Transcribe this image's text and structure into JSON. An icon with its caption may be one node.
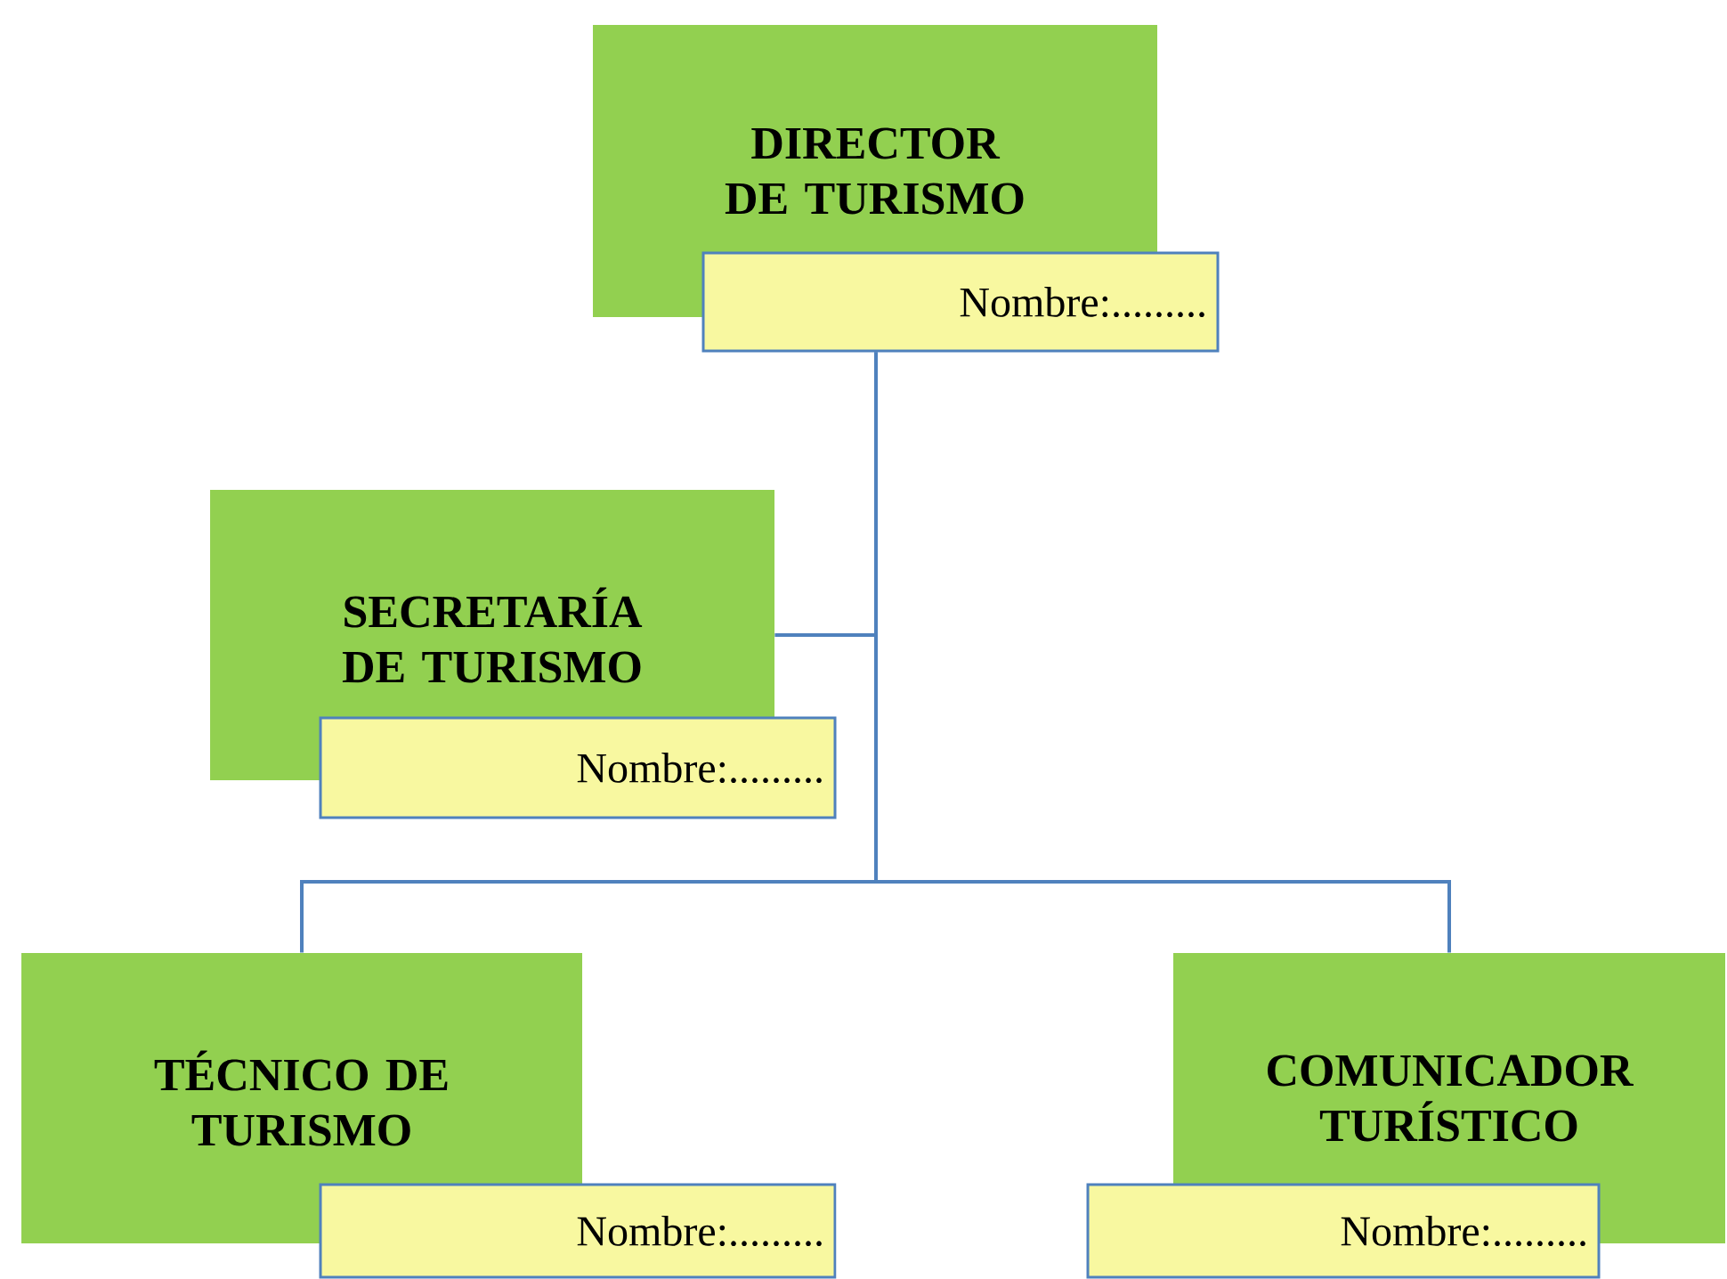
{
  "diagram": {
    "nodes": [
      {
        "text": [
          "DIRECTOR DE TURISMO"
        ]
      },
      {
        "text": [
          "Nombre:........."
        ]
      },
      {
        "text": [
          "SECRETARÍA DE TURISMO"
        ]
      },
      {
        "text": [
          "Nombre:........."
        ]
      },
      {
        "text": [
          "TÉCNICO DE TURISMO"
        ]
      },
      {
        "text": [
          "Nombre:........."
        ]
      },
      {
        "text": [
          "COMUNICADOR TURÍSTICO"
        ]
      },
      {
        "text": [
          "Nombre:........."
        ]
      }
    ],
    "edges": [
      {
        "from": 1,
        "to": 2,
        "arrow": "none"
      },
      {
        "from": 1,
        "to": 4,
        "arrow": "none"
      },
      {
        "from": 1,
        "to": 6,
        "arrow": "none"
      }
    ]
  }
}
